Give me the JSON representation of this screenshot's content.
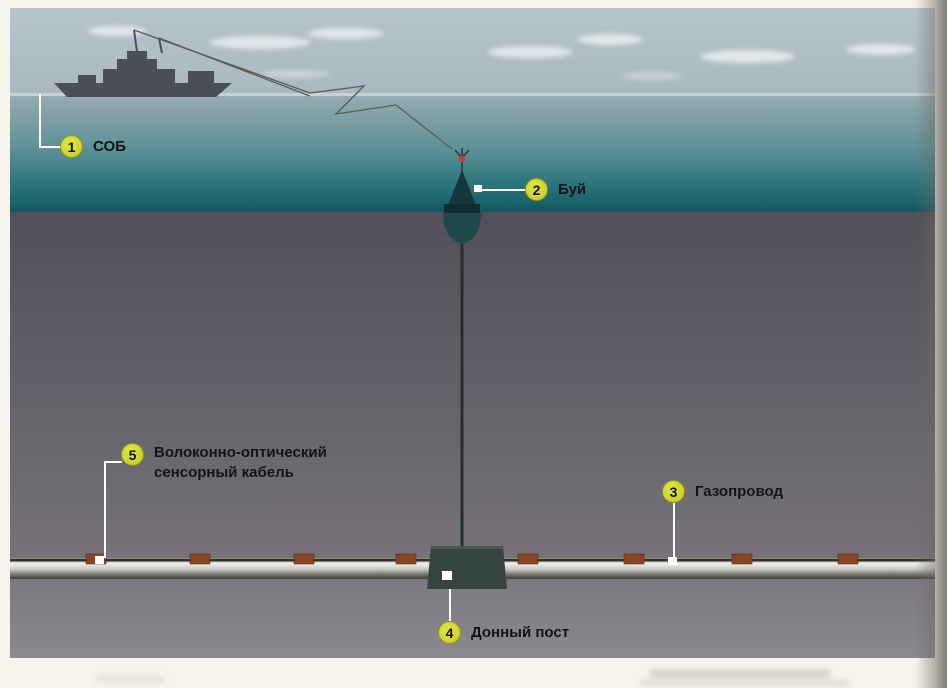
{
  "callouts": {
    "sob": {
      "num": "1",
      "label": "СОБ"
    },
    "buoy": {
      "num": "2",
      "label": "Буй"
    },
    "pipeline": {
      "num": "3",
      "label": "Газопровод"
    },
    "bottom_station": {
      "num": "4",
      "label": "Донный пост"
    },
    "sensor_cable": {
      "num": "5",
      "label_line1": "Волоконно-оптический",
      "label_line2": "сенсорный кабель"
    }
  },
  "palette": {
    "marker_yellow": "#ccd22a",
    "marker_border": "#8f941c",
    "label_text": "#141414",
    "leader_white": "#ffffff",
    "sky_top": "#b8c4cb",
    "sky_bottom": "#a9b7bf",
    "sea_teal": "#1a626c",
    "deep_top": "#514f58",
    "deep_bottom": "#8b8990",
    "clamp_brown": "#8a4527",
    "station_green": "#36453f",
    "ship_gray": "#4a4f58",
    "page_bg": "#f6f3ec"
  }
}
